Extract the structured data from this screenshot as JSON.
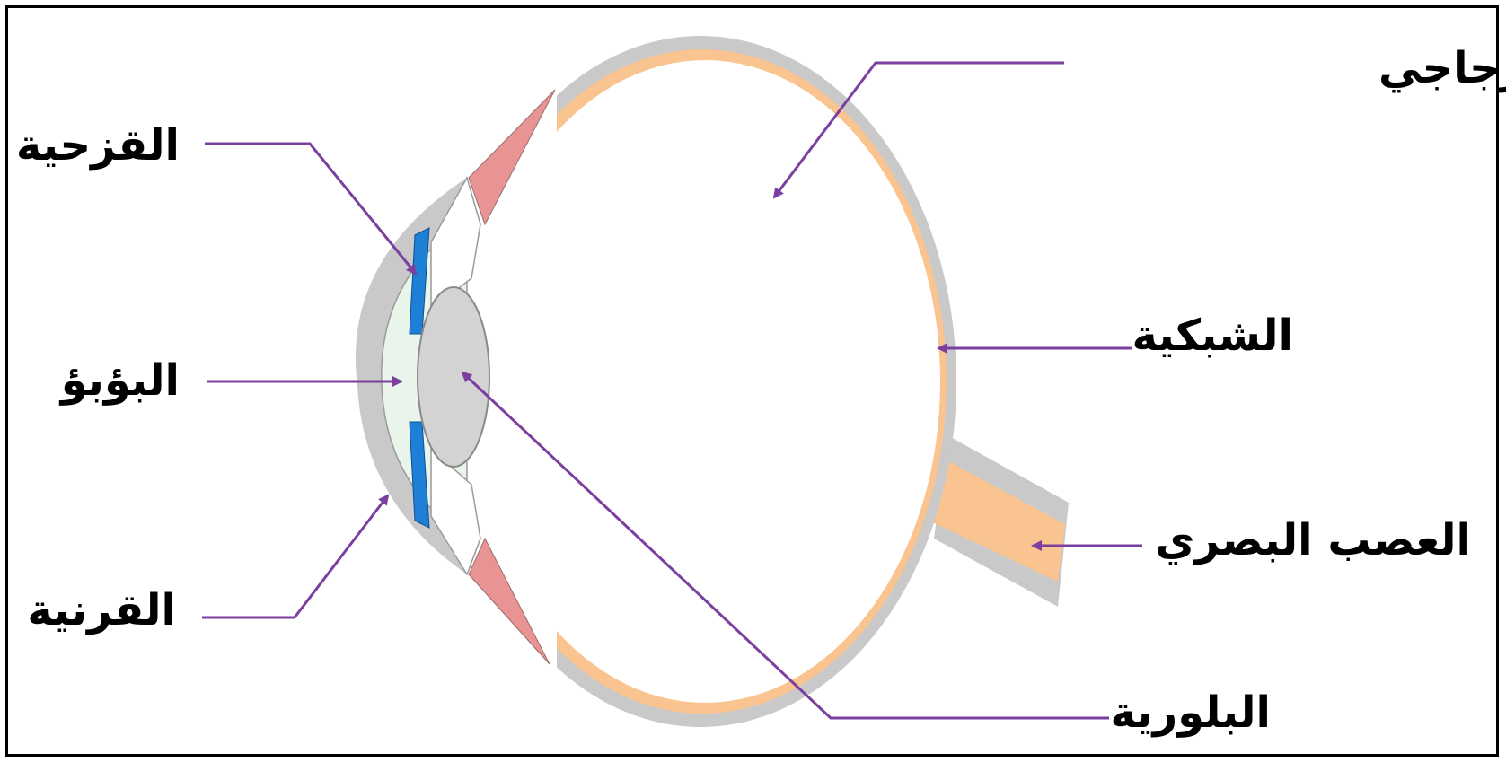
{
  "diagram": {
    "labels": {
      "vitreous_body": "الجسم الزجاجي",
      "iris": "القزحية",
      "retina": "الشبكية",
      "pupil": "البؤبؤ",
      "optic_nerve": "العصب البصري",
      "cornea": "القرنية",
      "lens": "البلورية"
    },
    "colors": {
      "sclera": "#c9c9c9",
      "retina": "#f9c48f",
      "iris": "#1e7fd6",
      "anterior_chamber": "#e9f5ea",
      "lens": "#d3d3d3",
      "ciliary_muscle": "#e99494",
      "leader_line": "#7b3fa0",
      "frame": "#000000"
    }
  }
}
